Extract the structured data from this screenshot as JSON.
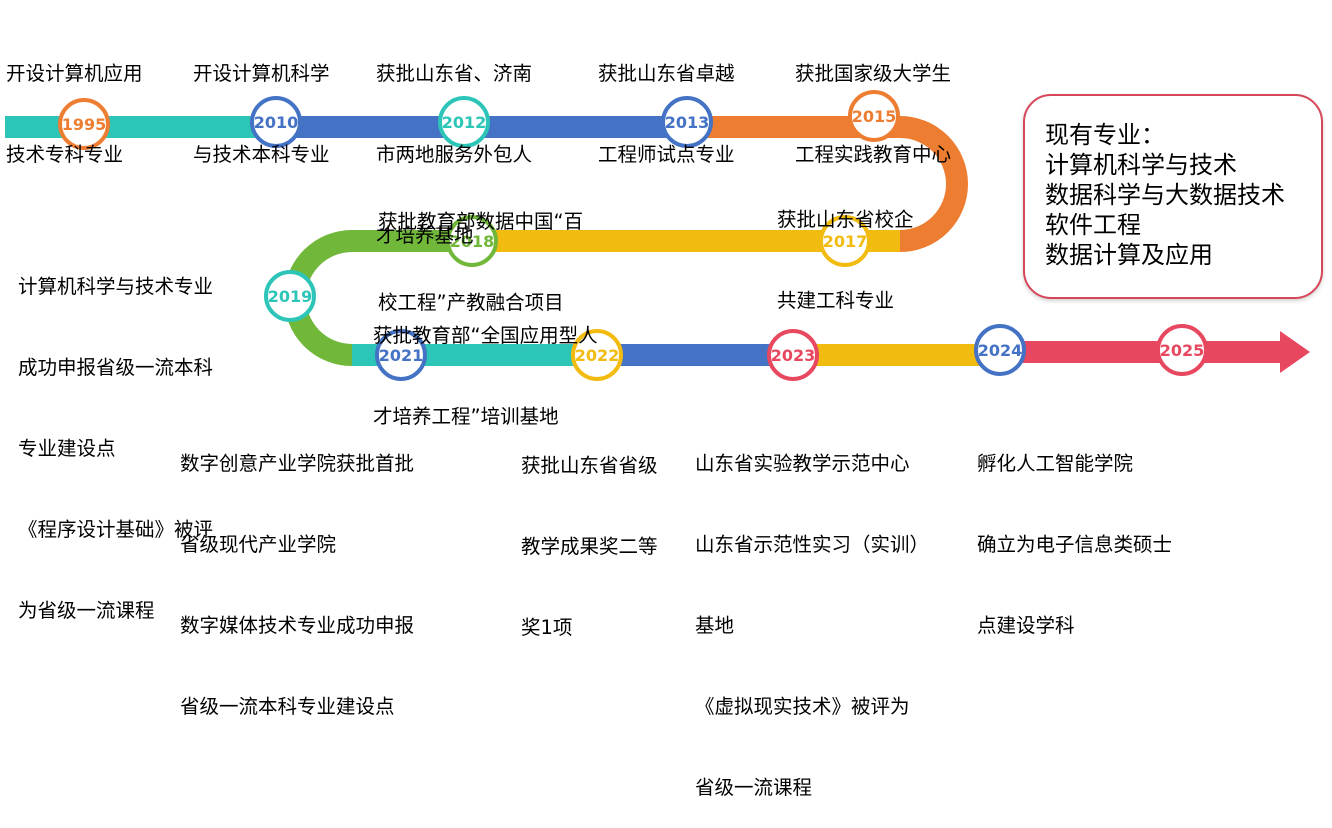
{
  "colors": {
    "teal": "#2dc5b7",
    "blue": "#4472c4",
    "orange": "#ed7d31",
    "gold": "#f2bb10",
    "green": "#70b73a",
    "red": "#e8485f"
  },
  "years": [
    {
      "label": "1995",
      "color": "#ed7d31"
    },
    {
      "label": "2010",
      "color": "#4472c4"
    },
    {
      "label": "2012",
      "color": "#2dc5b7"
    },
    {
      "label": "2013",
      "color": "#4472c4"
    },
    {
      "label": "2015",
      "color": "#ed7d31"
    },
    {
      "label": "2017",
      "color": "#f2bb10"
    },
    {
      "label": "2018",
      "color": "#70b73a"
    },
    {
      "label": "2019",
      "color": "#2dc5b7"
    },
    {
      "label": "2021",
      "color": "#4472c4"
    },
    {
      "label": "2022",
      "color": "#f2bb10"
    },
    {
      "label": "2023",
      "color": "#e8485f"
    },
    {
      "label": "2024",
      "color": "#4472c4"
    },
    {
      "label": "2025",
      "color": "#e8485f"
    }
  ],
  "events": {
    "e1995": [
      "开设计算机应用",
      "技术专科专业"
    ],
    "e2010": [
      "开设计算机科学",
      "与技术本科专业"
    ],
    "e2012a": [
      "获批山东省、济南",
      "市两地服务外包人",
      "才培养基地"
    ],
    "e2013": [
      "获批山东省卓越",
      "工程师试点专业"
    ],
    "e2015a": [
      "获批国家级大学生",
      "工程实践教育中心"
    ],
    "e2012b": [
      "获批教育部数据中国“百",
      "校工程”产教融合项目"
    ],
    "e2015b": [
      "获批山东省校企",
      "共建工科专业"
    ],
    "e2019": [
      "计算机科学与技术专业",
      "成功申报省级一流本科",
      "专业建设点",
      "《程序设计基础》被评",
      "为省级一流课程"
    ],
    "e2018": [
      "获批教育部“全国应用型人",
      "才培养工程”培训基地"
    ],
    "e2021": [
      "数字创意产业学院获批首批",
      "省级现代产业学院",
      "数字媒体技术专业成功申报",
      "省级一流本科专业建设点"
    ],
    "e2022": [
      "获批山东省省级",
      "教学成果奖二等",
      "奖1项"
    ],
    "e2023": [
      "山东省实验教学示范中心",
      "山东省示范性实习（实训）",
      "基地",
      "《虚拟现实技术》被评为",
      "省级一流课程"
    ],
    "e2024": [
      "孵化人工智能学院",
      "确立为电子信息类硕士",
      "点建设学科"
    ]
  },
  "majors": {
    "title": "现有专业：",
    "items": [
      "计算机科学与技术",
      "数据科学与大数据技术",
      "软件工程",
      "数据计算及应用"
    ]
  }
}
